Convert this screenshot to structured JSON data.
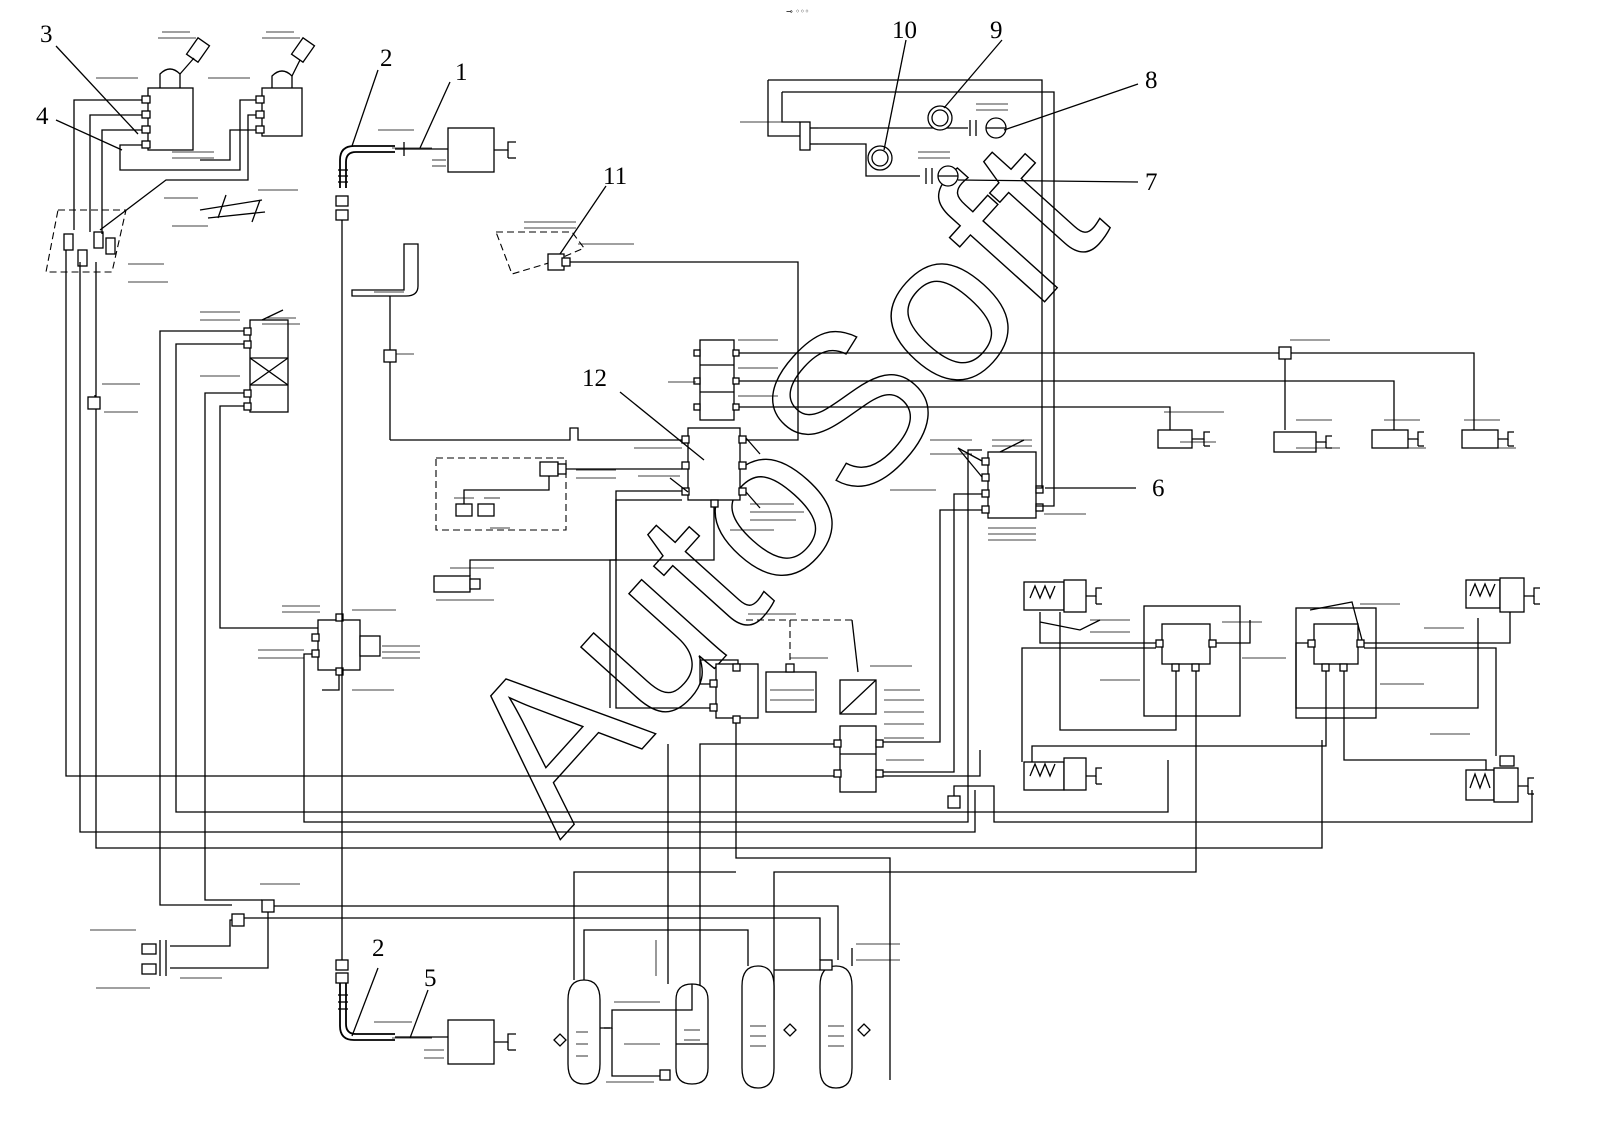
{
  "header": {
    "mark": "⊸ ◦◦◦"
  },
  "watermark": {
    "text": "AutoSoft"
  },
  "callouts": [
    {
      "id": "c1",
      "text": "1"
    },
    {
      "id": "c2a",
      "text": "2"
    },
    {
      "id": "c2b",
      "text": "2"
    },
    {
      "id": "c3",
      "text": "3"
    },
    {
      "id": "c4",
      "text": "4"
    },
    {
      "id": "c5",
      "text": "5"
    },
    {
      "id": "c6",
      "text": "6"
    },
    {
      "id": "c7",
      "text": "7"
    },
    {
      "id": "c8",
      "text": "8"
    },
    {
      "id": "c9",
      "text": "9"
    },
    {
      "id": "c10",
      "text": "10"
    },
    {
      "id": "c11",
      "text": "11"
    },
    {
      "id": "c12",
      "text": "12"
    }
  ]
}
